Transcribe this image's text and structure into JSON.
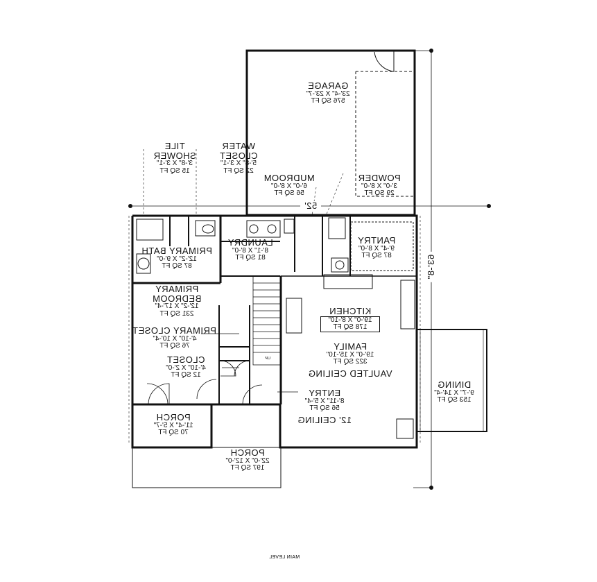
{
  "plan": {
    "caption": "MAIN LEVEL",
    "overall_width": "52'",
    "overall_depth": "63'-8\"",
    "rooms": {
      "garage": {
        "name": "GARAGE",
        "dims": "23'-4\" X 23'-7\"",
        "area": "576 SQ FT"
      },
      "water_closet": {
        "name": "WATER\nCLOSET",
        "dims": "5'-8\" X 3'-1\"",
        "area": "22 SQ FT"
      },
      "tile_shower": {
        "name": "TILE\nSHOWER",
        "dims": "3'-8\" X 3'-1\"",
        "area": "15 SQ FT"
      },
      "mudroom": {
        "name": "MUDROOM",
        "dims": "6'-0\" X 8'-0\"",
        "area": "56 SQ FT"
      },
      "powder": {
        "name": "POWDER",
        "dims": "3'-0\" X 8'-0\"",
        "area": "29 SQ FT"
      },
      "laundry": {
        "name": "LAUNDRY",
        "dims": "8'-1\" X 8'-0\"",
        "area": "81 SQ FT"
      },
      "pantry": {
        "name": "PANTRY",
        "dims": "9'-4\" X 8'-0\"",
        "area": "87 SQ FT"
      },
      "primary_bath": {
        "name": "PRIMARY BATH",
        "dims": "12'-2\" X 9'-0\"",
        "area": "87 SQ FT"
      },
      "primary_bedroom": {
        "name": "PRIMARY\nBEDROOM",
        "dims": "12'-2\" X 17'-4\"",
        "area": "231 SQ FT"
      },
      "kitchen": {
        "name": "KITCHEN",
        "dims": "19'-0\" X 8'-10\"",
        "area": "178 SQ FT"
      },
      "primary_closet": {
        "name": "PRIMARY CLOSET",
        "dims": "4'-10\" X 10'-4\"",
        "area": "76 SQ FT"
      },
      "family": {
        "name": "FAMILY",
        "dims": "19'-0\" X 15'-10\"",
        "area": "322 SQ FT",
        "note": "VAULTED CEILING"
      },
      "closet": {
        "name": "CLOSET",
        "dims": "4'-10\" X 2'-0\"",
        "area": "12 SQ FT"
      },
      "dining": {
        "name": "DINING",
        "dims": "9'-7\" X 14'-4\"",
        "area": "153 SQ FT"
      },
      "entry": {
        "name": "ENTRY",
        "dims": "8'-11\" X 5'-4\"",
        "area": "56 SQ FT",
        "note": "12' CEILING"
      },
      "porch_small": {
        "name": "PORCH",
        "dims": "11'-4\" X 5'-7\"",
        "area": "70 SQ FT"
      },
      "porch_large": {
        "name": "PORCH",
        "dims": "22'-0\" X 12'-0\"",
        "area": "197 SQ FT"
      }
    },
    "stair_label": "UP"
  }
}
